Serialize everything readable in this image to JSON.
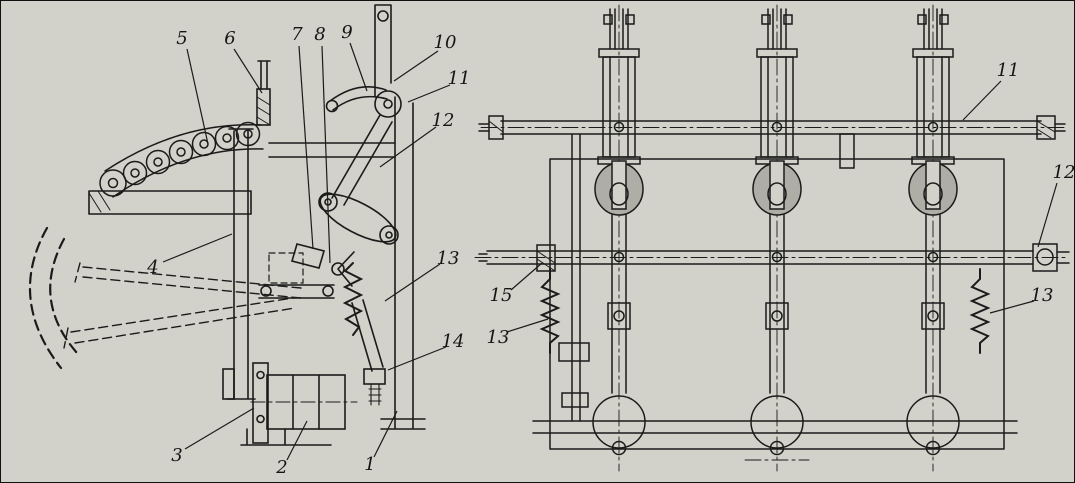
{
  "figure": {
    "background_color": "#d2d2ca",
    "line_color": "#1b1b1b"
  },
  "left_view": {
    "callouts": [
      {
        "label": "5"
      },
      {
        "label": "6"
      },
      {
        "label": "7"
      },
      {
        "label": "8"
      },
      {
        "label": "9"
      },
      {
        "label": "10"
      },
      {
        "label": "11"
      },
      {
        "label": "12"
      },
      {
        "label": "13"
      },
      {
        "label": "14"
      },
      {
        "label": "4"
      },
      {
        "label": "3"
      },
      {
        "label": "2"
      },
      {
        "label": "1"
      }
    ]
  },
  "right_view": {
    "callouts": [
      {
        "label": "11"
      },
      {
        "label": "12"
      },
      {
        "label": "13"
      },
      {
        "label": "15"
      },
      {
        "label": "13"
      }
    ]
  }
}
